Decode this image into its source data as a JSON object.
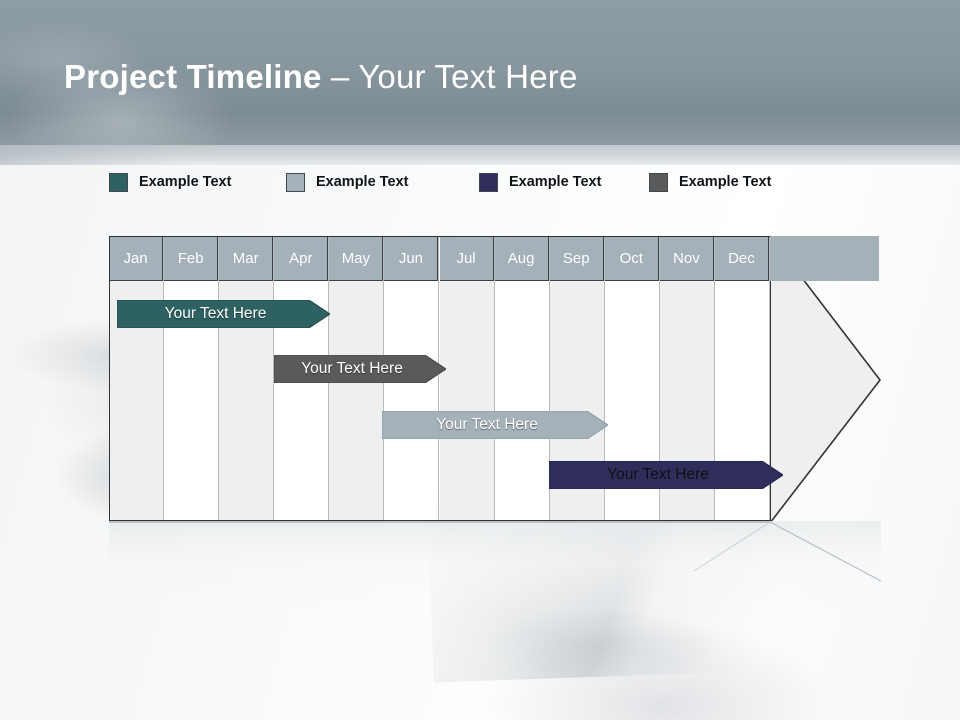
{
  "header": {
    "title_bold": "Project Timeline",
    "title_rest": " – Your Text Here",
    "bg_color": "#8a979f",
    "title_color": "#ffffff"
  },
  "legend": {
    "items": [
      {
        "label": "Example Text",
        "color": "#2e6162",
        "icon": "color-swatch-icon"
      },
      {
        "label": "Example Text",
        "color": "#a4b1b8",
        "icon": "color-swatch-icon"
      },
      {
        "label": "Example Text",
        "color": "#2e2d5c",
        "icon": "color-swatch-icon"
      },
      {
        "label": "Example Text",
        "color": "#5a5a5a",
        "icon": "color-swatch-icon"
      }
    ]
  },
  "chart_data": {
    "type": "bar",
    "title": "Project Timeline – Your Text Here",
    "xlabel": "",
    "ylabel": "",
    "categories": [
      "Jan",
      "Feb",
      "Mar",
      "Apr",
      "May",
      "Jun",
      "Jul",
      "Aug",
      "Sep",
      "Oct",
      "Nov",
      "Dec"
    ],
    "header_bg": "#a4b1b8",
    "header_text_color": "#ffffff",
    "column_colors": [
      "#efefef",
      "#ffffff"
    ],
    "grid": true,
    "legend_position": "top",
    "series": [
      {
        "name": "Example Text",
        "label": "Your  Text Here",
        "color": "#2e6162",
        "text_color": "#ffffff",
        "start_month": "Jan",
        "end_month": "Apr",
        "start_index": 0,
        "end_index": 3.9
      },
      {
        "name": "Example Text",
        "label": "Your  Text Here",
        "color": "#5a5a5a",
        "text_color": "#ffffff",
        "start_month": "Apr",
        "end_month": "Jun",
        "start_index": 3,
        "end_index": 6.0
      },
      {
        "name": "Example Text",
        "label": "Your  Text Here",
        "color": "#a4b1b8",
        "text_color": "#ffffff",
        "start_month": "Jun",
        "end_month": "Sep",
        "start_index": 5,
        "end_index": 9.1
      },
      {
        "name": "Example Text",
        "label": "Your  Text Here",
        "color": "#2e2d5c",
        "text_color": "#111111",
        "start_month": "Sep",
        "end_month": "Dec",
        "start_index": 8,
        "end_index": 12.2
      }
    ]
  }
}
